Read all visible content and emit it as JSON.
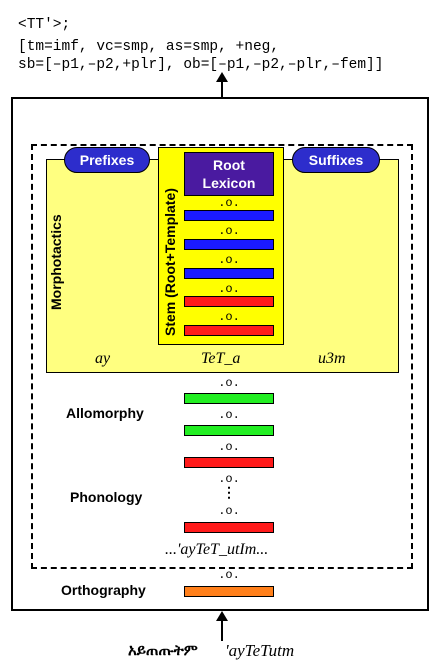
{
  "header": {
    "line1": "<TT'>;",
    "line2": "[tm=imf, vc=smp, as=smp, +neg,",
    "line3": "sb=[–p1,–p2,+plr], ob=[–p1,–p2,–plr,–fem]]"
  },
  "morphotactics": {
    "label": "Morphotactics",
    "prefixes": "Prefixes",
    "suffixes": "Suffixes",
    "stem_label": "Stem (Root+Template)",
    "root_lexicon_line1": "Root",
    "root_lexicon_line2": "Lexicon",
    "prefix_form": "ay",
    "stem_form": "TeT_a",
    "suffix_form": "u3m"
  },
  "compose_op": ".o.",
  "vdots": "⋮",
  "layers": {
    "allomorphy": "Allomorphy",
    "phonology": "Phonology",
    "intermediate_form": "...'ayTeT_utIm...",
    "orthography": "Orthography"
  },
  "bottom": {
    "script_form": "አይጠጡትም",
    "transliteration": "'ayTeTutm"
  },
  "colors": {
    "blue": "#1a1aff",
    "red": "#ff1a1a",
    "green": "#22ee22",
    "orange": "#ff7f1a",
    "yellow_outer": "#ffff80",
    "yellow_stem": "#ffff00",
    "pill_blue": "#2d2dcc",
    "root_purple": "#4a1aa0"
  }
}
